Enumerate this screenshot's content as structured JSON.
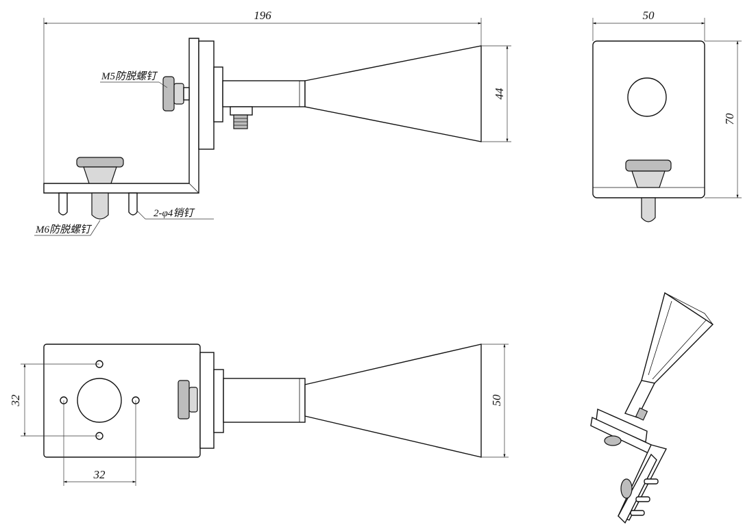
{
  "dimensions": {
    "overall_length": "196",
    "front_width": "50",
    "front_height": "70",
    "aperture_side": "44",
    "aperture_top": "50",
    "hole_spacing_v": "32",
    "hole_spacing_h": "32"
  },
  "callouts": {
    "m5_screw": "M5防脱螺钉",
    "m6_screw": "M6防脱螺钉",
    "pins": "2-φ4销钉"
  },
  "colors": {
    "line": "#111111",
    "fill_shade": "#d9d9d9"
  }
}
